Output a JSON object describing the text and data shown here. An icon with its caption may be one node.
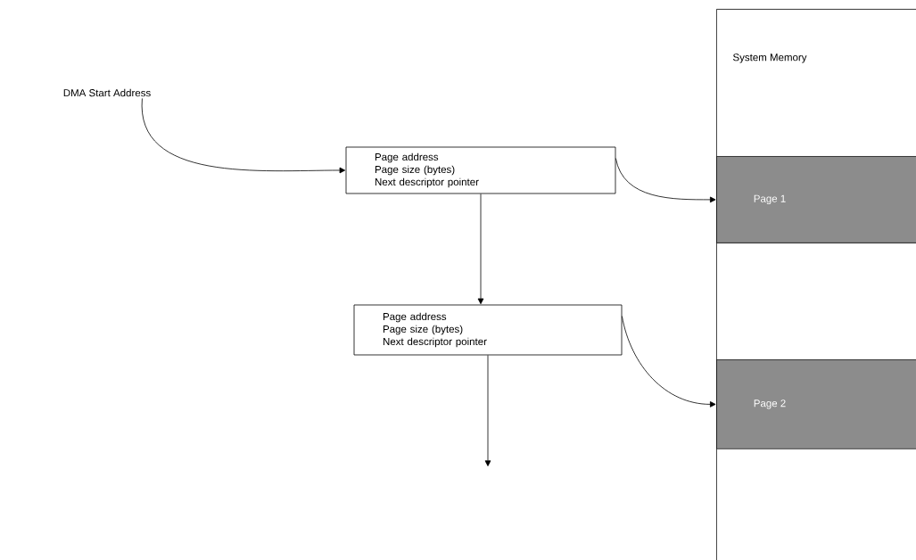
{
  "diagram": {
    "nodes": [
      {
        "text": [
          "DMA Start Address"
        ]
      },
      {
        "text": [
          "System Memory"
        ]
      },
      {
        "text": [
          "Page address",
          "Page size (bytes)",
          "Next descriptor pointer"
        ]
      },
      {
        "text": [
          "Page 1"
        ],
        "in": 1
      },
      {
        "text": [
          "Page address",
          "Page size (bytes)",
          "Next descriptor pointer"
        ]
      },
      {
        "text": [
          "Page 2"
        ],
        "in": 1
      }
    ],
    "edges": [
      {
        "from": 0,
        "to": 2,
        "arrow": "to"
      },
      {
        "from": 2,
        "to": 3,
        "arrow": "to"
      },
      {
        "from": 2,
        "to": 4,
        "arrow": "to"
      },
      {
        "from": 4,
        "to": 5,
        "arrow": "to"
      },
      {
        "from": 4,
        "to": null,
        "arrow": "to"
      }
    ]
  }
}
